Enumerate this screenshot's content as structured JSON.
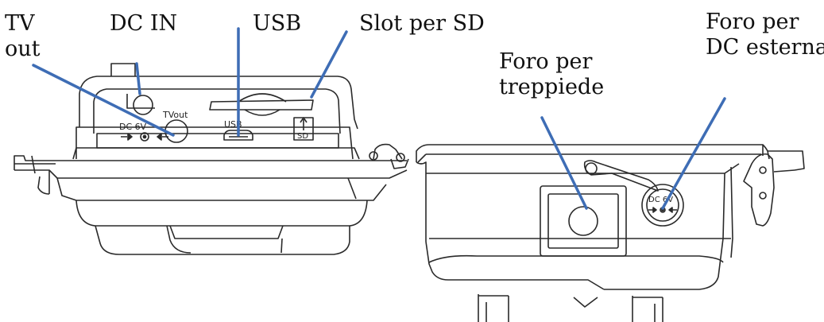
{
  "callouts": {
    "tv_out": [
      "TV",
      "out"
    ],
    "dc_in": "DC IN",
    "usb": "USB",
    "sd_slot": "Slot per SD",
    "tripod": [
      "Foro per",
      "treppiede"
    ],
    "dc_ext": [
      "Foro per",
      "DC esterna"
    ]
  },
  "device_labels": {
    "dc_6v": "DC  6V",
    "tvout": "TVout",
    "usb": "USB",
    "sd": "SD",
    "dc_6v_ext": "DC  6V"
  },
  "colors": {
    "pointer": "#3e6db5",
    "outline": "#2a2a2a",
    "text": "#111111"
  }
}
